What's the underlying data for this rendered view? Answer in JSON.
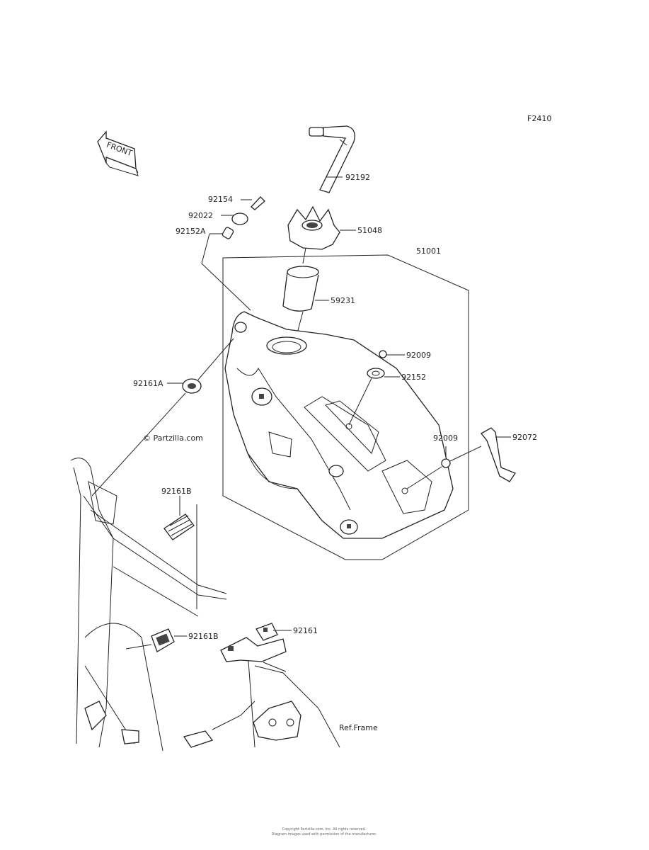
{
  "figure_code": "F2410",
  "front_badge": "FRONT",
  "watermark": "© Partzilla.com",
  "ref_label": "Ref.Frame",
  "callouts": [
    {
      "id": "92192",
      "text": "92192"
    },
    {
      "id": "92154",
      "text": "92154"
    },
    {
      "id": "92022",
      "text": "92022"
    },
    {
      "id": "92152A",
      "text": "92152A"
    },
    {
      "id": "51048",
      "text": "51048"
    },
    {
      "id": "51001",
      "text": "51001"
    },
    {
      "id": "59231",
      "text": "59231"
    },
    {
      "id": "92009a",
      "text": "92009"
    },
    {
      "id": "92152",
      "text": "92152"
    },
    {
      "id": "92161A",
      "text": "92161A"
    },
    {
      "id": "92009b",
      "text": "92009"
    },
    {
      "id": "92072",
      "text": "92072"
    },
    {
      "id": "92161B_upper",
      "text": "92161B"
    },
    {
      "id": "92161B_lower",
      "text": "92161B"
    },
    {
      "id": "92161",
      "text": "92161"
    }
  ],
  "copyright_lines": [
    "Copyright Partzilla.com, Inc. All rights reserved.",
    "Diagram images used with permission of the manufacturer."
  ]
}
